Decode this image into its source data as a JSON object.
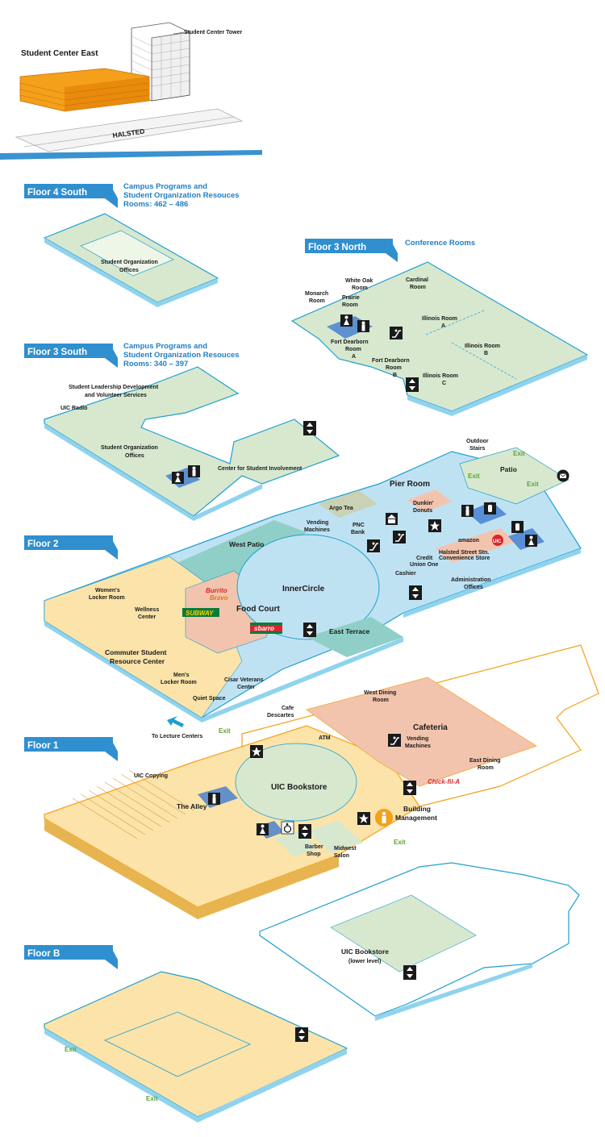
{
  "colors": {
    "floor_tag": "#2f8fcf",
    "accent_text": "#1f7ec2",
    "meeting_green": "#d7e8cf",
    "common_blue": "#bfe2f3",
    "dining_salmon": "#f2c4ae",
    "service_yellow": "#fbe3a9",
    "building_orange": "#f5a01a",
    "exit_green": "#5aa532",
    "street_blue": "#3a92d0"
  },
  "building": {
    "east_label": "Student Center East",
    "tower_label": "Student Center Tower",
    "street_label": "HALSTED"
  },
  "floors": {
    "f4s": {
      "tag": "Floor 4 South",
      "subtitle_line1": "Campus Programs and",
      "subtitle_line2": "Student Organization Resouces",
      "subtitle_line3": "Rooms: 462 – 486",
      "rooms": {
        "student_org_line1": "Student Organization",
        "student_org_line2": "Offices"
      }
    },
    "f3n": {
      "tag": "Floor 3 North",
      "subtitle": "Conference Rooms",
      "rooms": {
        "white_oak_1": "White Oak",
        "white_oak_2": "Room",
        "cardinal_1": "Cardinal",
        "cardinal_2": "Room",
        "monarch_1": "Monarch",
        "monarch_2": "Room",
        "prairie_1": "Prairie",
        "prairie_2": "Room",
        "illinois_a_1": "Illinois Room",
        "illinois_a_2": "A",
        "illinois_b_1": "Illinois Room",
        "illinois_b_2": "B",
        "illinois_c_1": "Illinois Room",
        "illinois_c_2": "C",
        "fd_a_1": "Fort Dearborn",
        "fd_a_2": "Room",
        "fd_a_3": "A",
        "fd_b_1": "Fort Dearborn",
        "fd_b_2": "Room",
        "fd_b_3": "B"
      }
    },
    "f3s": {
      "tag": "Floor 3 South",
      "subtitle_line1": "Campus Programs and",
      "subtitle_line2": "Student Organization Resouces",
      "subtitle_line3": "Rooms: 340 – 397",
      "rooms": {
        "leadership_1": "Student Leadership Development",
        "leadership_2": "and Volunteer Services",
        "uic_radio": "UIC Radio",
        "student_org_1": "Student Organization",
        "student_org_2": "Offices",
        "center_involvement": "Center for Student Involvement"
      }
    },
    "f2": {
      "tag": "Floor 2",
      "rooms": {
        "outdoor_1": "Outdoor",
        "outdoor_2": "Stairs",
        "patio": "Patio",
        "exit_a": "Exit",
        "exit_b": "Exit",
        "exit_c": "Exit",
        "pier_room": "Pier Room",
        "argo_tea": "Argo Tea",
        "dunkin_1": "Dunkin'",
        "dunkin_2": "Donuts",
        "vending_1": "Vending",
        "vending_2": "Machines",
        "pnc_1": "PNC",
        "pnc_2": "Bank",
        "amazon": "amazon",
        "uic_badge": "UIC",
        "west_patio": "West Patio",
        "credit_1": "Credit",
        "credit_2": "Union One",
        "halsted_1": "Halsted Street Stn.",
        "halsted_2": "Convenience Store",
        "cashier": "Cashier",
        "admin_1": "Administration",
        "admin_2": "Offices",
        "innercircle": "InnerCircle",
        "womens_1": "Women's",
        "womens_2": "Locker Room",
        "wellness_1": "Wellness",
        "wellness_2": "Center",
        "burrito_1": "Burrito",
        "burrito_2": "Bravo",
        "subway": "SUBWAY",
        "food_court": "Food Court",
        "sbarro": "sbarro",
        "east_terrace": "East Terrace",
        "commuter_1": "Commuter Student",
        "commuter_2": "Resource Center",
        "mens_1": "Men's",
        "mens_2": "Locker Room",
        "cisar_1": "Cisar Veterans",
        "cisar_2": "Center",
        "quiet": "Quiet Space"
      }
    },
    "f1": {
      "tag": "Floor 1",
      "rooms": {
        "cafe_1": "Cafe",
        "cafe_2": "Descartes",
        "west_dining_1": "West Dining",
        "west_dining_2": "Room",
        "to_lecture": "To Lecture Centers",
        "exit_top": "Exit",
        "atm": "ATM",
        "cafeteria": "Cafeteria",
        "vending_1": "Vending",
        "vending_2": "Machines",
        "east_dining_1": "East Dining",
        "east_dining_2": "Room",
        "uic_copying": "UIC Copying",
        "uic_bookstore": "UIC Bookstore",
        "chickfila": "Chick-fil-A",
        "the_alley": "The Alley",
        "building_mgmt_1": "Building",
        "building_mgmt_2": "Management",
        "exit_bottom": "Exit",
        "barber_1": "Barber",
        "barber_2": "Shop",
        "midwest_1": "Midwest",
        "midwest_2": "Salon"
      }
    },
    "fb": {
      "tag": "Floor B",
      "rooms": {
        "bookstore_lower_1": "UIC Bookstore",
        "bookstore_lower_2": "(lower level)",
        "exit_left": "Exit",
        "exit_bottom": "Exit"
      }
    }
  },
  "icons": [
    "elevator-icon",
    "restroom-women-icon",
    "restroom-men-icon",
    "escalator-icon",
    "telephone-icon",
    "atm-icon",
    "star-icon",
    "accessible-icon",
    "mail-icon"
  ]
}
